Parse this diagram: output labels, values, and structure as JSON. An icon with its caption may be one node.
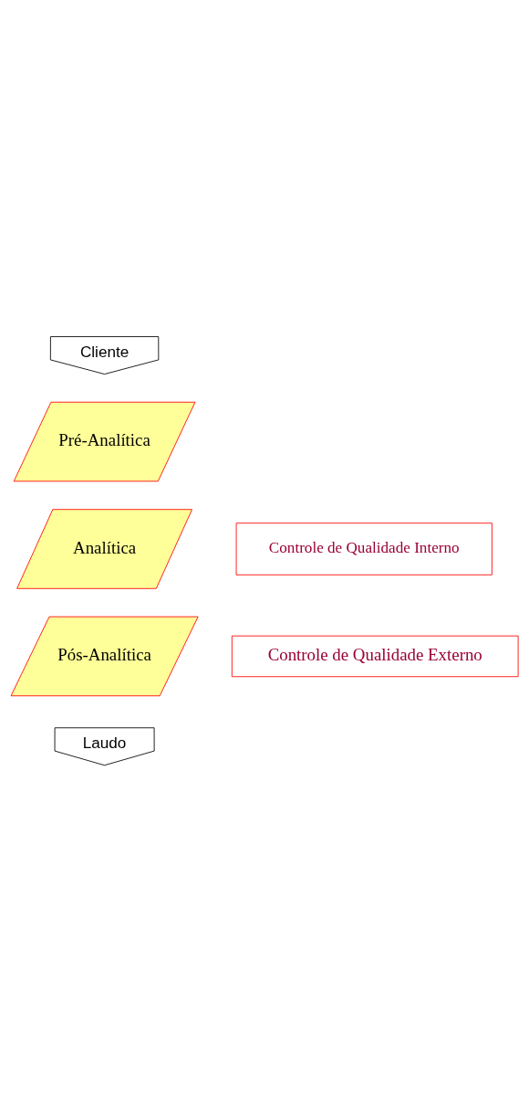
{
  "diagram": {
    "nodes": [
      {
        "text": [
          "Cliente"
        ]
      },
      {
        "text": [
          "Pré-Analítica"
        ]
      },
      {
        "text": [
          "Analítica"
        ]
      },
      {
        "text": [
          "Pós-Analítica"
        ]
      },
      {
        "text": [
          "Laudo"
        ]
      },
      {
        "text": [
          "Controle de Qualidade Interno"
        ]
      },
      {
        "text": [
          "Controle de Qualidade Externo"
        ]
      }
    ]
  }
}
